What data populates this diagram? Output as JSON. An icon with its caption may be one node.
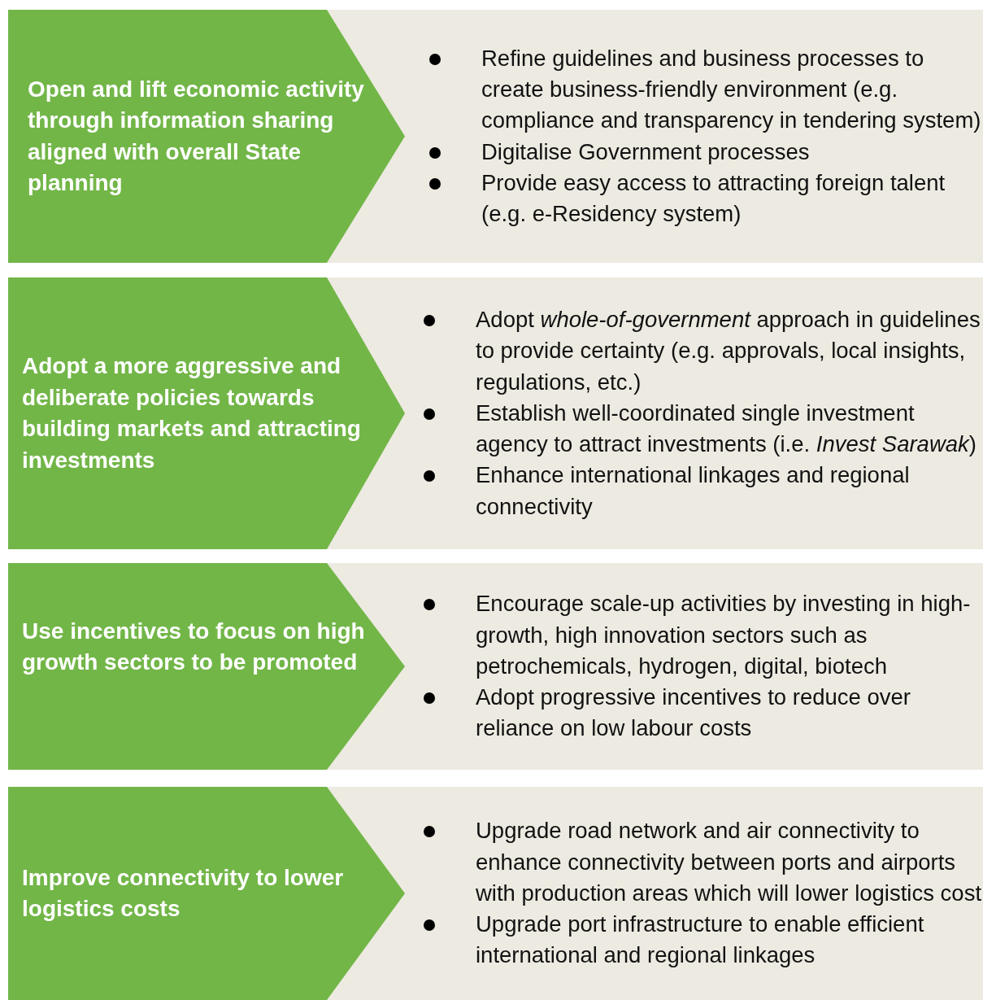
{
  "diagram": {
    "nodes": [
      {
        "text": [
          "Refine guidelines and business processes to create business-friendly environment (e.g. compliance and transparency in tendering system)",
          "Digitalise Government processes",
          "Provide easy access to attracting foreign talent (e.g. e-Residency system)"
        ]
      },
      {
        "text": [
          "Open and lift economic activity through information sharing aligned with overall State planning"
        ],
        "in": 0
      },
      {
        "text": [
          "Adopt *whole-of-government* approach in guidelines to provide certainty (e.g. approvals, local insights, regulations, etc.)",
          "Establish well-coordinated single investment agency to attract investments (i.e. *Invest Sarawak*)",
          "Enhance international linkages and regional connectivity"
        ]
      },
      {
        "text": [
          "Adopt a more aggressive and deliberate policies towards building markets and attracting investments"
        ],
        "in": 2
      },
      {
        "text": [
          "Encourage scale-up activities by investing in high-growth, high innovation sectors such as petrochemicals, hydrogen, digital, biotech",
          "Adopt progressive incentives to reduce over reliance on low labour costs"
        ]
      },
      {
        "text": [
          "Use incentives to focus on high growth sectors to be promoted"
        ],
        "in": 4
      },
      {
        "text": [
          "Upgrade road network and air connectivity to enhance connectivity between ports and airports with production areas which will lower logistics cost",
          "Upgrade port infrastructure to enable efficient international and regional linkages"
        ]
      },
      {
        "text": [
          "Improve connectivity to lower logistics costs"
        ],
        "in": 6
      }
    ]
  }
}
